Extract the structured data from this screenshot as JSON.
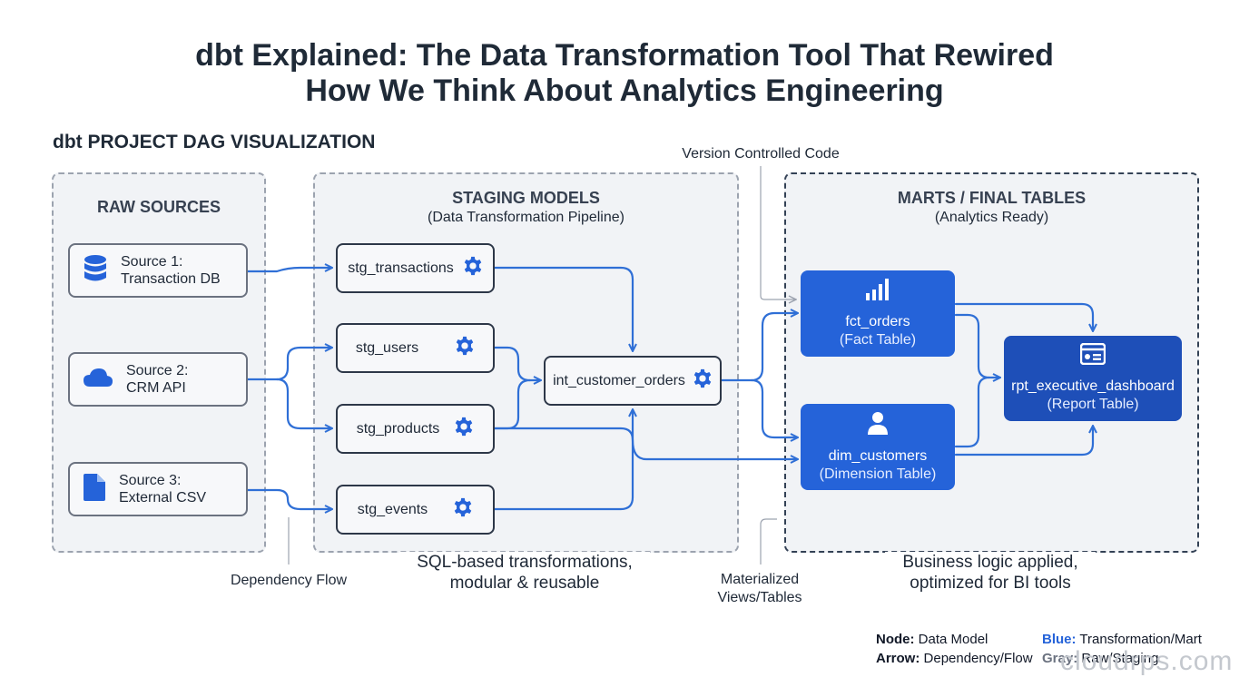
{
  "title_line1": "dbt Explained: The Data Transformation Tool That Rewired",
  "title_line2": "How We Think About Analytics Engineering",
  "subheading": "dbt PROJECT DAG VISUALIZATION",
  "panels": {
    "raw": {
      "title": "RAW SOURCES"
    },
    "staging": {
      "title": "STAGING MODELS",
      "subtitle": "(Data Transformation Pipeline)"
    },
    "marts": {
      "title": "MARTS / FINAL TABLES",
      "subtitle": "(Analytics Ready)"
    }
  },
  "sources": [
    {
      "line1": "Source 1:",
      "line2": "Transaction DB",
      "icon": "database-icon"
    },
    {
      "line1": "Source 2:",
      "line2": "CRM API",
      "icon": "cloud-icon"
    },
    {
      "line1": "Source 3:",
      "line2": "External CSV",
      "icon": "file-icon"
    }
  ],
  "staging_models": [
    {
      "label": "stg_transactions",
      "icon": "gear-icon"
    },
    {
      "label": "stg_users",
      "icon": "gear-icon"
    },
    {
      "label": "stg_products",
      "icon": "gear-icon"
    },
    {
      "label": "stg_events",
      "icon": "gear-icon"
    }
  ],
  "intermediate": {
    "label": "int_customer_orders",
    "icon": "gear-icon"
  },
  "marts": [
    {
      "label": "fct_orders",
      "sub": "(Fact Table)",
      "icon": "bar-chart-icon"
    },
    {
      "label": "dim_customers",
      "sub": "(Dimension Table)",
      "icon": "user-icon"
    },
    {
      "label": "rpt_executive_dashboard",
      "sub": "(Report Table)",
      "icon": "dashboard-icon"
    }
  ],
  "annotations": {
    "version_control": "Version Controlled Code",
    "dependency_flow": "Dependency Flow",
    "sql_line1": "SQL-based transformations,",
    "sql_line2": "modular & reusable",
    "materialized_line1": "Materialized",
    "materialized_line2": "Views/Tables",
    "business_line1": "Business logic applied,",
    "business_line2": "optimized for BI tools"
  },
  "legend": {
    "node_key": "Node:",
    "node_value": "Data Model",
    "arrow_key": "Arrow:",
    "arrow_value": "Dependency/Flow",
    "blue_key": "Blue:",
    "blue_value": "Transformation/Mart",
    "gray_key": "Gray:",
    "gray_value": "Raw/Staging"
  },
  "watermark": "cloudrps.com",
  "colors": {
    "accent_blue": "#2563d9",
    "dark_blue": "#1e4fb8",
    "edge_blue": "#2f6fd6",
    "node_border": "#2d3748",
    "panel_bg": "#f1f3f6"
  }
}
